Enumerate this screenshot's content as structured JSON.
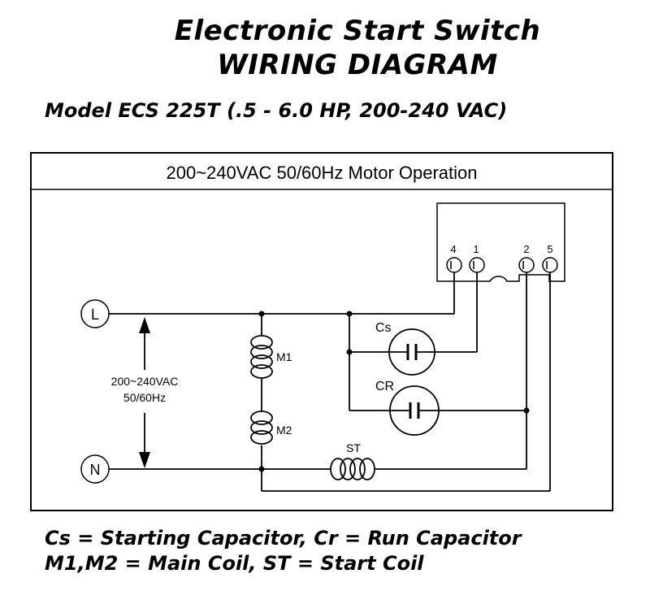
{
  "title_line1": "Electronic Start Switch",
  "title_line2": "WIRING DIAGRAM",
  "model": "Model ECS 225T (.5 - 6.0 HP, 200-240 VAC)",
  "panel_header": "200~240VAC 50/60Hz Motor Operation",
  "terminals": [
    "4",
    "1",
    "2",
    "5"
  ],
  "line_label": "L",
  "neutral_label": "N",
  "supply_voltage": "200~240VAC",
  "supply_freq": "50/60Hz",
  "coil_m1": "M1",
  "coil_m2": "M2",
  "coil_st": "ST",
  "cap_start": "Cs",
  "cap_run": "CR",
  "legend_line1": "Cs = Starting Capacitor, Cr = Run Capacitor",
  "legend_line2": "M1,M2 = Main Coil, ST = Start Coil"
}
